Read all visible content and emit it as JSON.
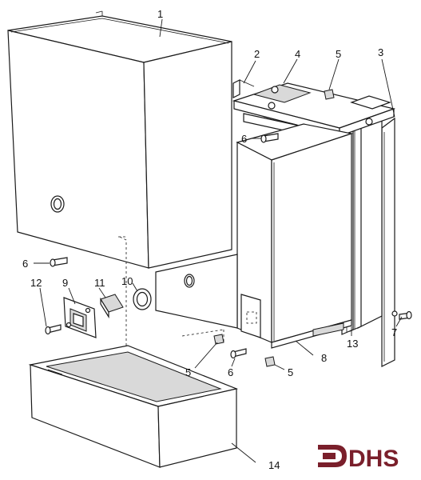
{
  "labels": {
    "p1": "1",
    "p2": "2",
    "p3": "3",
    "p4": "4",
    "p5a": "5",
    "p5b": "5",
    "p5c": "5",
    "p6a": "6",
    "p6b": "6",
    "p6c": "6",
    "p7": "7",
    "p8": "8",
    "p9": "9",
    "p10": "10",
    "p11": "11",
    "p12": "12",
    "p13": "13",
    "p14": "14"
  },
  "logo": {
    "text": "DHS",
    "color": "#7a1f2b"
  }
}
